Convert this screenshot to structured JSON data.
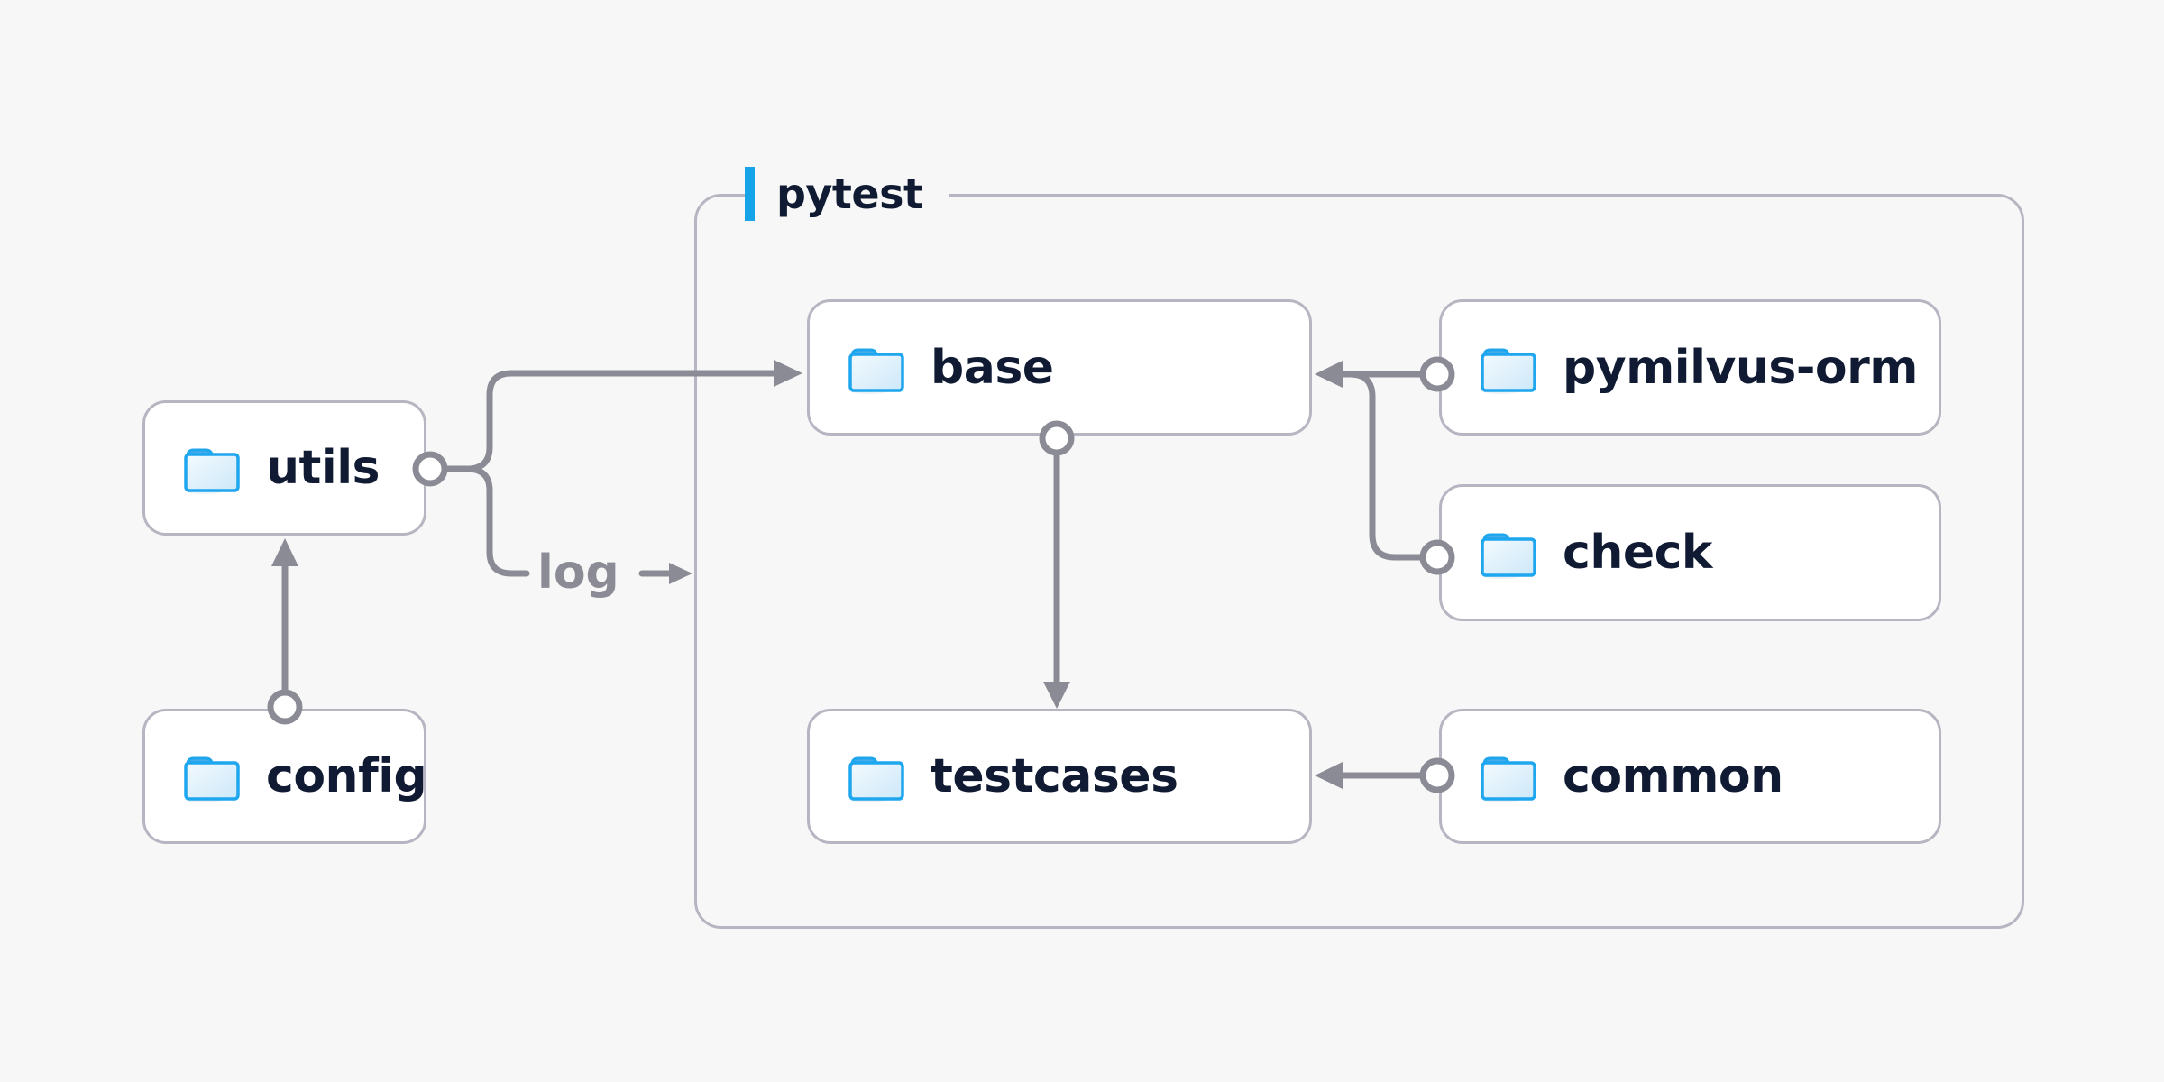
{
  "diagram": {
    "group": {
      "label": "pytest"
    },
    "nodes": {
      "utils": {
        "label": "utils"
      },
      "config": {
        "label": "config"
      },
      "base": {
        "label": "base"
      },
      "pymilvus_orm": {
        "label": "pymilvus-orm"
      },
      "check": {
        "label": "check"
      },
      "testcases": {
        "label": "testcases"
      },
      "common": {
        "label": "common"
      }
    },
    "edge_labels": {
      "log": "log"
    },
    "edges": [
      {
        "from": "config",
        "to": "utils"
      },
      {
        "from": "utils",
        "to": "base"
      },
      {
        "from": "utils",
        "to": "pytest-group",
        "label": "log"
      },
      {
        "from": "pymilvus-orm",
        "to": "base"
      },
      {
        "from": "check",
        "to": "base"
      },
      {
        "from": "base",
        "to": "testcases"
      },
      {
        "from": "common",
        "to": "testcases"
      }
    ],
    "colors": {
      "background": "#f7f7f8",
      "node_fill": "#ffffff",
      "node_border": "#b6b6c2",
      "connector": "#8b8b96",
      "label_text": "#101b33",
      "muted_text": "#8b8b96",
      "accent_blue": "#16a4e8",
      "folder_blue": "#1ea6ee"
    }
  }
}
